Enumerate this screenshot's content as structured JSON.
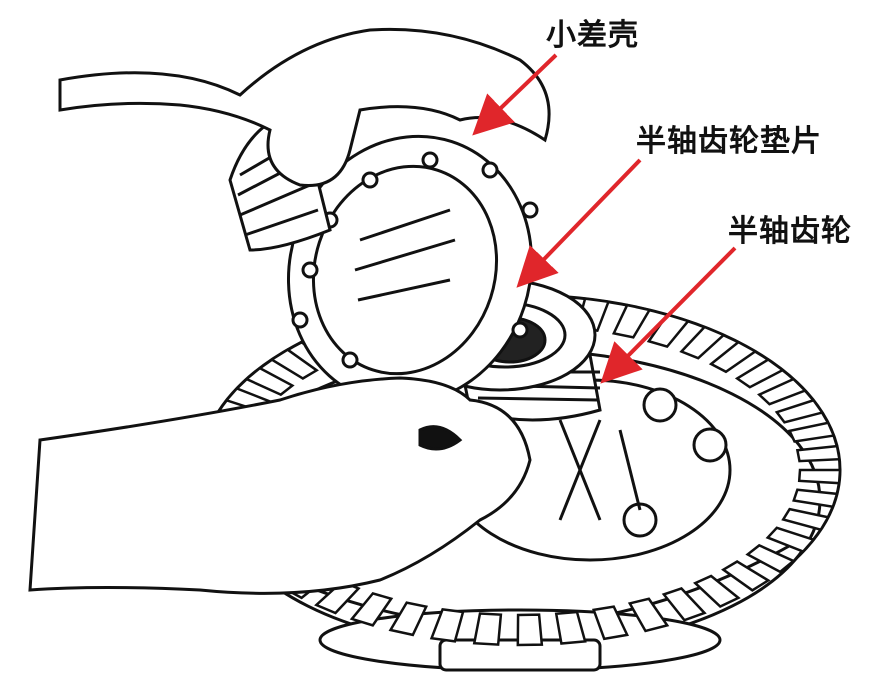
{
  "labels": {
    "small_diff_case": "小差壳",
    "side_gear_washer": "半轴齿轮垫片",
    "side_gear": "半轴齿轮"
  },
  "colors": {
    "callout_arrow": "#e0262b",
    "line": "#111111",
    "fill": "#ffffff",
    "shade": "#222222"
  }
}
